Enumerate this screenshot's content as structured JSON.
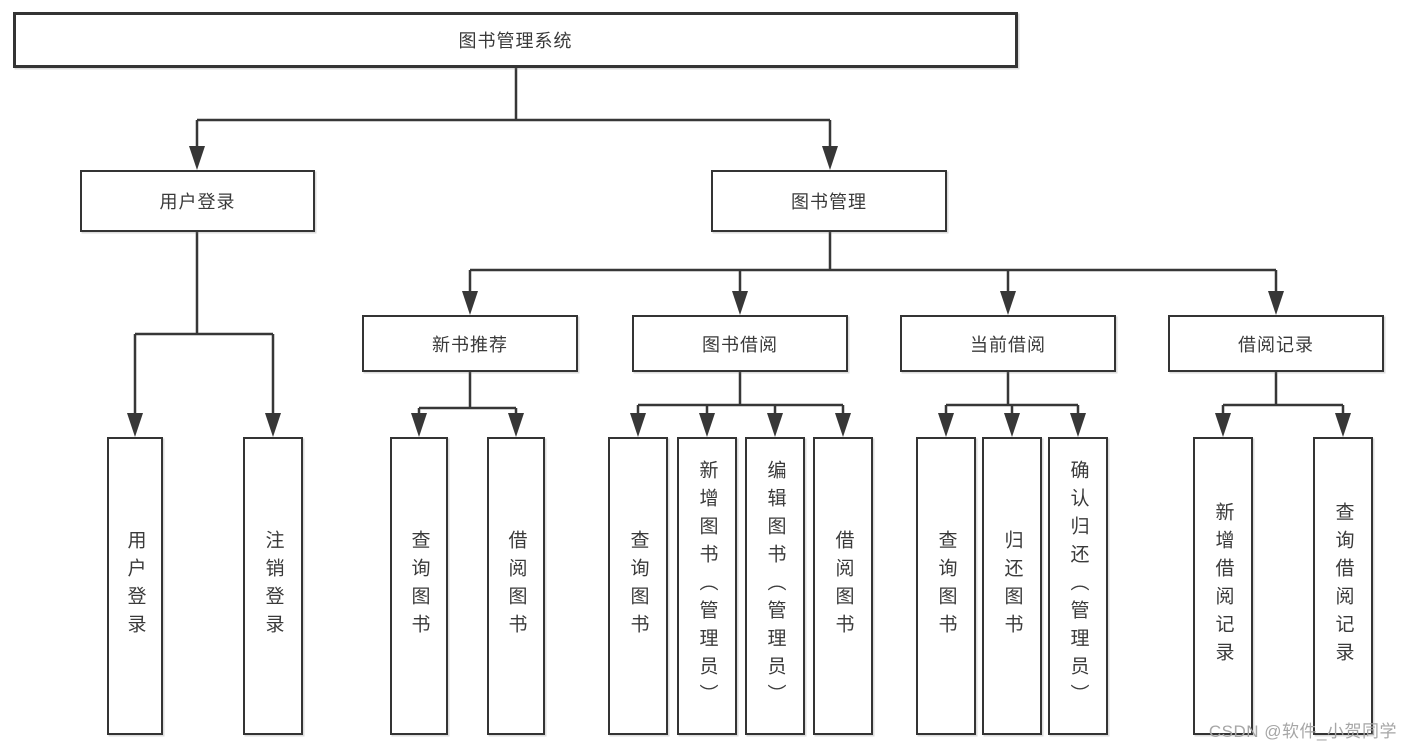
{
  "tree": {
    "root": {
      "label": "图书管理系统"
    },
    "branches": [
      {
        "label": "用户登录",
        "leaves": [
          {
            "label": "用户登录"
          },
          {
            "label": "注销登录"
          }
        ]
      },
      {
        "label": "图书管理",
        "sections": [
          {
            "label": "新书推荐",
            "leaves": [
              {
                "label": "查询图书"
              },
              {
                "label": "借阅图书"
              }
            ]
          },
          {
            "label": "图书借阅",
            "leaves": [
              {
                "label": "查询图书"
              },
              {
                "label": "新增图书（管理员）"
              },
              {
                "label": "编辑图书（管理员）"
              },
              {
                "label": "借阅图书"
              }
            ]
          },
          {
            "label": "当前借阅",
            "leaves": [
              {
                "label": "查询图书"
              },
              {
                "label": "归还图书"
              },
              {
                "label": "确认归还（管理员）"
              }
            ]
          },
          {
            "label": "借阅记录",
            "leaves": [
              {
                "label": "新增借阅记录"
              },
              {
                "label": "查询借阅记录"
              }
            ]
          }
        ]
      }
    ]
  },
  "watermark": {
    "text": "CSDN @软件_小贺同学"
  },
  "colors": {
    "line": "#373737",
    "box_border": "#343434",
    "text": "#3a3a3a",
    "watermark": "#a6a6a6",
    "background": "#ffffff"
  }
}
